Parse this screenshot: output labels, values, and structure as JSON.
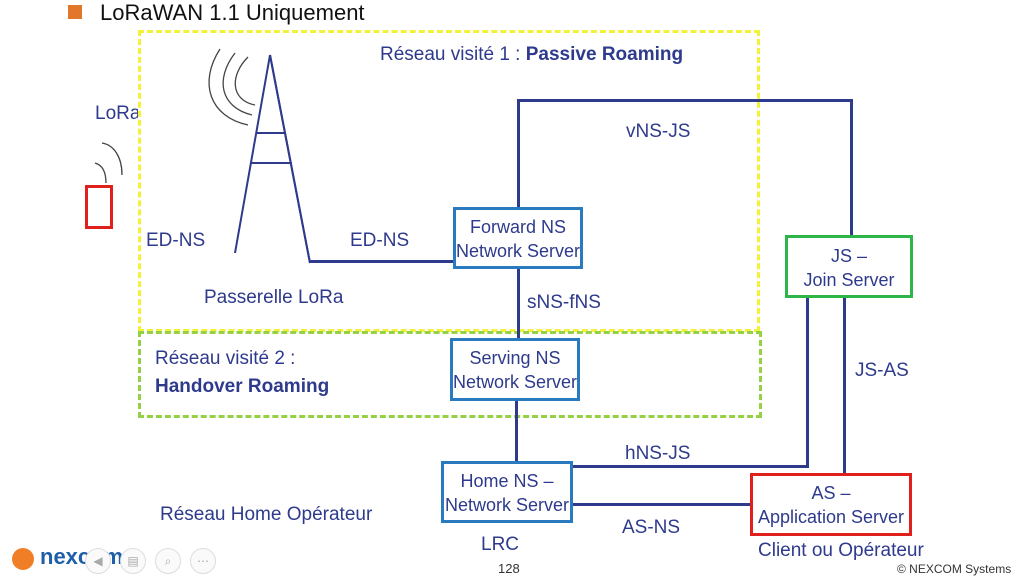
{
  "header": {
    "title": "LoRaWAN 1.1 Uniquement"
  },
  "zones": {
    "visited1": {
      "prefix": "Réseau visité 1 : ",
      "name": "Passive Roaming"
    },
    "visited2": {
      "line1": "Réseau visité 2 :",
      "line2": "Handover Roaming"
    },
    "home": "Réseau Home  Opérateur"
  },
  "labels": {
    "lora": "LoRa",
    "ed_ns_left": "ED-NS",
    "ed_ns_mid": "ED-NS",
    "gateway": "Passerelle LoRa",
    "vns_js": "vNS-JS",
    "sns_fns": "sNS-fNS",
    "js_as": "JS-AS",
    "hns_js": "hNS-JS",
    "as_ns": "AS-NS",
    "lrc": "LRC",
    "client": "Client ou Opérateur"
  },
  "boxes": {
    "forward_ns": {
      "line1": "Forward NS",
      "line2": "Network Server"
    },
    "serving_ns": {
      "line1": "Serving NS",
      "line2": "Network Server"
    },
    "home_ns": {
      "line1": "Home NS –",
      "line2": "Network Server"
    },
    "js": {
      "line1": "JS –",
      "line2": "Join Server"
    },
    "as": {
      "line1": "AS –",
      "line2": "Application Server"
    }
  },
  "footer": {
    "logo": "nexcom",
    "page": "128",
    "copyright": "© NEXCOM Systems"
  },
  "colors": {
    "accent": "#2e3a8c",
    "box_blue": "#2a7abf",
    "box_green": "#2db54a",
    "box_red": "#e0201c",
    "zone_yellow": "#f2f238",
    "zone_green": "#95d045",
    "bullet": "#e2762a"
  }
}
